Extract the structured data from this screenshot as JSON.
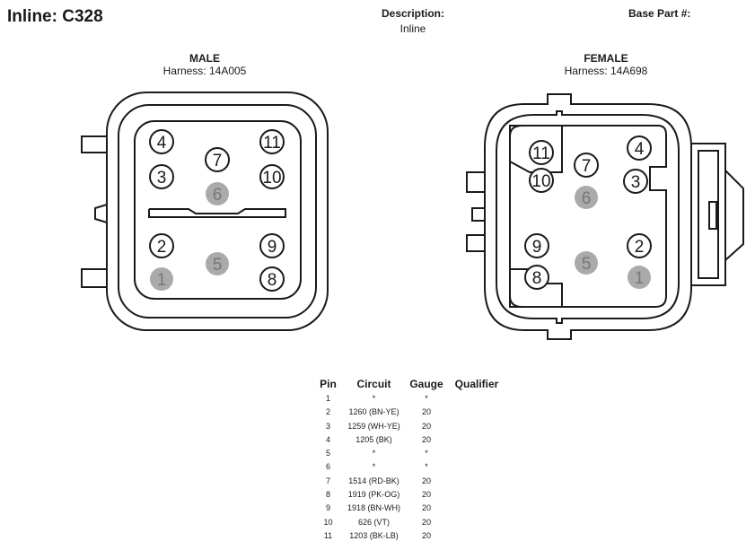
{
  "title": "Inline: C328",
  "description": {
    "label": "Description:",
    "value": "Inline"
  },
  "base_part": {
    "label": "Base Part #:"
  },
  "male": {
    "gender": "MALE",
    "harness": "Harness: 14A005",
    "pins": [
      {
        "label": "4",
        "empty": false
      },
      {
        "label": "7",
        "empty": false
      },
      {
        "label": "11",
        "empty": false
      },
      {
        "label": "3",
        "empty": false
      },
      {
        "label": "10",
        "empty": false
      },
      {
        "label": "6",
        "empty": true
      },
      {
        "label": "2",
        "empty": false
      },
      {
        "label": "9",
        "empty": false
      },
      {
        "label": "5",
        "empty": true
      },
      {
        "label": "1",
        "empty": true
      },
      {
        "label": "8",
        "empty": false
      }
    ]
  },
  "female": {
    "gender": "FEMALE",
    "harness": "Harness: 14A698",
    "pins": [
      {
        "label": "11",
        "empty": false
      },
      {
        "label": "4",
        "empty": false
      },
      {
        "label": "7",
        "empty": false
      },
      {
        "label": "10",
        "empty": false
      },
      {
        "label": "3",
        "empty": false
      },
      {
        "label": "6",
        "empty": true
      },
      {
        "label": "9",
        "empty": false
      },
      {
        "label": "2",
        "empty": false
      },
      {
        "label": "5",
        "empty": true
      },
      {
        "label": "8",
        "empty": false
      },
      {
        "label": "1",
        "empty": true
      }
    ]
  },
  "colors": {
    "line": "#1a1a1a",
    "empty_pin": "#aaaaaa",
    "empty_pin_text": "#777777"
  },
  "pin_table": {
    "headers": [
      "Pin",
      "Circuit",
      "Gauge",
      "Qualifier"
    ],
    "rows": [
      {
        "pin": "1",
        "circuit": "*",
        "gauge": "*",
        "qualifier": ""
      },
      {
        "pin": "2",
        "circuit": "1260 (BN-YE)",
        "gauge": "20",
        "qualifier": ""
      },
      {
        "pin": "3",
        "circuit": "1259 (WH-YE)",
        "gauge": "20",
        "qualifier": ""
      },
      {
        "pin": "4",
        "circuit": "1205 (BK)",
        "gauge": "20",
        "qualifier": ""
      },
      {
        "pin": "5",
        "circuit": "*",
        "gauge": "*",
        "qualifier": ""
      },
      {
        "pin": "6",
        "circuit": "*",
        "gauge": "*",
        "qualifier": ""
      },
      {
        "pin": "7",
        "circuit": "1514 (RD-BK)",
        "gauge": "20",
        "qualifier": ""
      },
      {
        "pin": "8",
        "circuit": "1919 (PK-OG)",
        "gauge": "20",
        "qualifier": ""
      },
      {
        "pin": "9",
        "circuit": "1918 (BN-WH)",
        "gauge": "20",
        "qualifier": ""
      },
      {
        "pin": "10",
        "circuit": "626 (VT)",
        "gauge": "20",
        "qualifier": ""
      },
      {
        "pin": "11",
        "circuit": "1203 (BK-LB)",
        "gauge": "20",
        "qualifier": ""
      }
    ]
  }
}
